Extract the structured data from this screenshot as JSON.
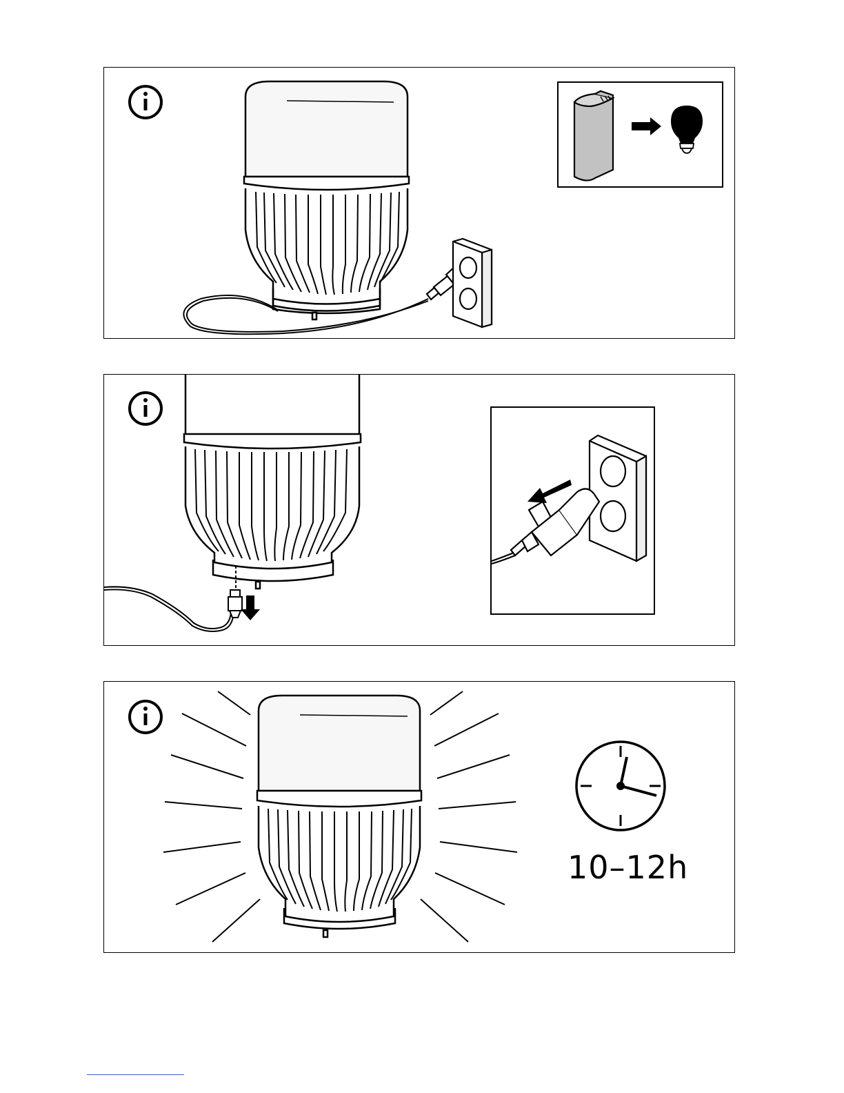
{
  "document": {
    "panels": [
      {
        "id": "charge",
        "icons": [
          "info-icon",
          "battery-icon",
          "arrow-right-icon",
          "light-bulb-icon",
          "wall-socket-icon",
          "usb-plug-icon"
        ]
      },
      {
        "id": "unplug",
        "icons": [
          "info-icon",
          "arrow-down-icon",
          "arrow-left-icon",
          "wall-socket-icon",
          "usb-plug-icon"
        ]
      },
      {
        "id": "runtime",
        "icons": [
          "info-icon",
          "clock-icon"
        ],
        "duration_label": "10–12h"
      }
    ],
    "colors": {
      "line": "#000000",
      "battery_fill": "#c2c2c2",
      "lamp_top_fill": "#f7f7f7",
      "footer_rule": "#3a5fcd"
    }
  }
}
